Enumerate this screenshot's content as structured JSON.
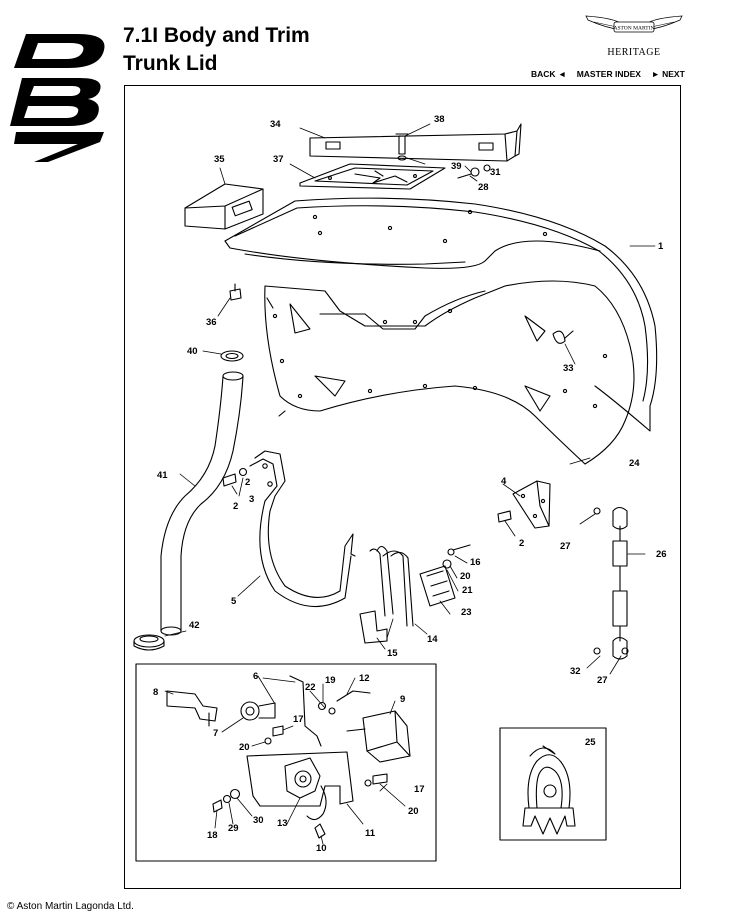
{
  "header": {
    "section_title": "7.1I  Body and Trim",
    "subtitle": "Trunk Lid"
  },
  "logo": {
    "model_mark": "DB7"
  },
  "brand": {
    "badge_text": "ASTON MARTIN",
    "tagline": "HERITAGE"
  },
  "nav": {
    "back_label": "BACK ◄",
    "master_index_label": "MASTER INDEX",
    "next_label": "► NEXT"
  },
  "diagram": {
    "callouts": [
      "1",
      "2",
      "2",
      "2",
      "3",
      "4",
      "5",
      "6",
      "7",
      "8",
      "9",
      "10",
      "11",
      "12",
      "13",
      "14",
      "15",
      "16",
      "17",
      "17",
      "18",
      "19",
      "20",
      "20",
      "20",
      "21",
      "22",
      "23",
      "24",
      "25",
      "26",
      "27",
      "27",
      "28",
      "29",
      "30",
      "31",
      "32",
      "33",
      "34",
      "35",
      "36",
      "37",
      "38",
      "39",
      "40",
      "41",
      "42"
    ]
  },
  "footer": {
    "copyright": "© Aston Martin Lagonda Ltd."
  }
}
